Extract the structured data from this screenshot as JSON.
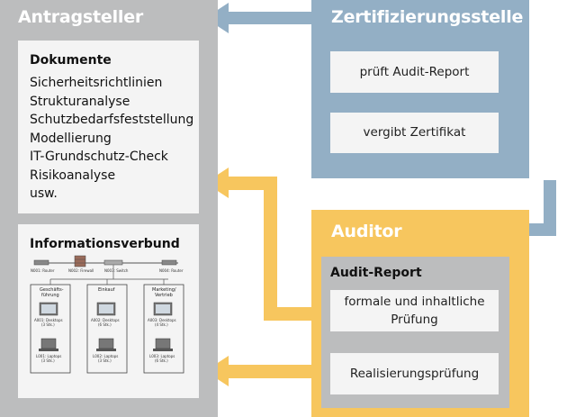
{
  "colors": {
    "antragsteller_gray": "#bcbdbe",
    "zertifizierung_blue": "#93afc5",
    "auditor_yellow": "#f7c65e",
    "audit_report_gray": "#bcbdbe",
    "box_white": "#f4f4f4"
  },
  "antragsteller": {
    "title": "Antragsteller",
    "dokumente": {
      "title": "Dokumente",
      "items": [
        "Sicherheitsrichtlinien",
        "Strukturanalyse",
        "Schutzbedarfsfeststellung",
        "Modellierung",
        "IT-Grundschutz-Check",
        "Risikoanalyse",
        "usw."
      ]
    },
    "informationsverbund": {
      "title": "Informationsverbund",
      "network": {
        "routers": [
          "N001: Router",
          "N004: Router"
        ],
        "firewall": "N002: Firewall",
        "switch": "N003: Switch",
        "departments": [
          {
            "name_lines": [
              "Geschäfts-",
              "führung"
            ],
            "desktop": [
              "A001: Desktops",
              "(3 Stk.)"
            ],
            "laptop": [
              "L001: Laptops",
              "(3 Stk.)"
            ]
          },
          {
            "name_lines": [
              "Einkauf"
            ],
            "desktop": [
              "A002: Desktops",
              "(6 Stk.)"
            ],
            "laptop": [
              "L002: Laptops",
              "(3 Stk.)"
            ]
          },
          {
            "name_lines": [
              "Marketing/",
              "Vertrieb"
            ],
            "desktop": [
              "A003: Desktops",
              "(4 Stk.)"
            ],
            "laptop": [
              "L003: Laptops",
              "(6 Stk.)"
            ]
          }
        ]
      }
    }
  },
  "zertifizierungsstelle": {
    "title": "Zertifizierungsstelle",
    "steps": [
      "prüft Audit-Report",
      "vergibt Zertifikat"
    ]
  },
  "auditor": {
    "title": "Auditor",
    "audit_report": {
      "title": "Audit-Report",
      "items": [
        "formale und inhaltliche Prüfung",
        "Realisierungsprüfung"
      ]
    }
  }
}
